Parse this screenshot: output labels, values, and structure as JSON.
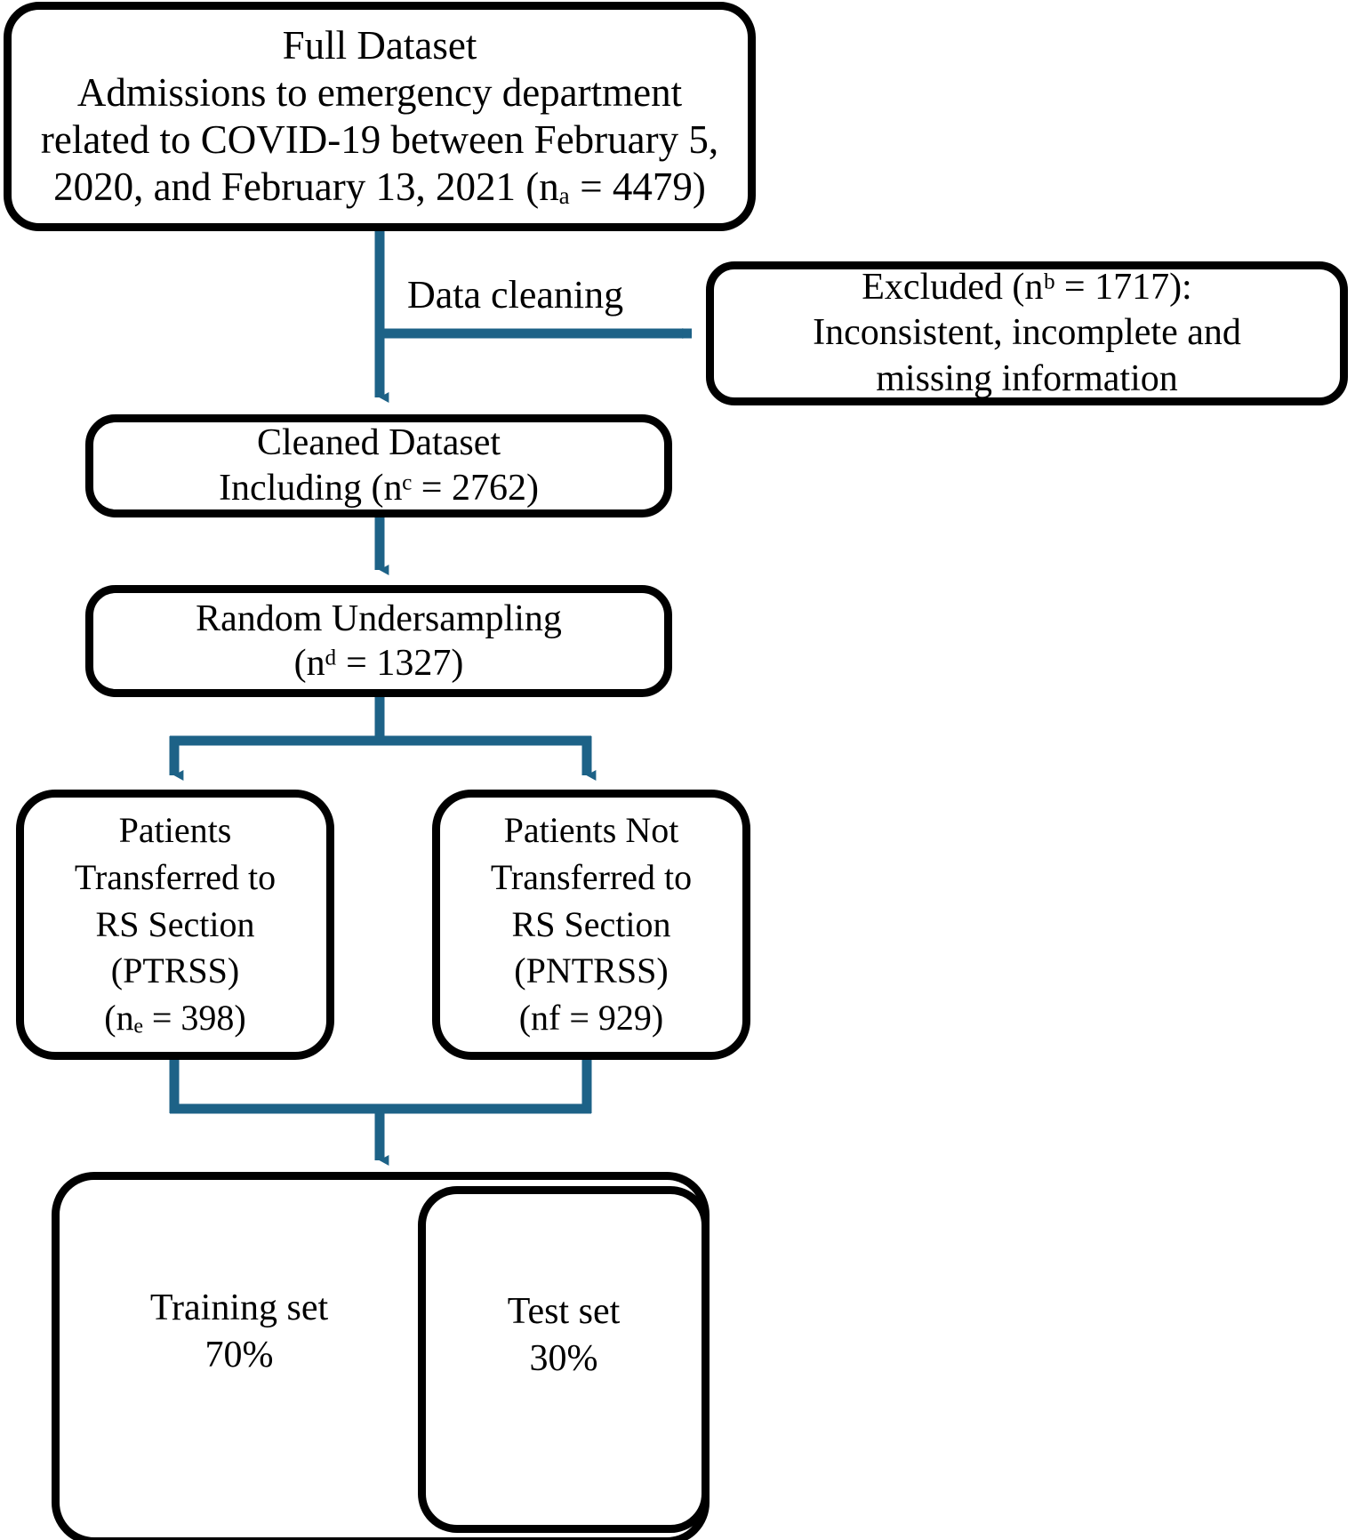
{
  "diagram": {
    "title": "Study population flow diagram",
    "accent_color": "#1d6287",
    "box_border_color": "#000000",
    "background_color": "#ffffff"
  },
  "nodes": {
    "full_dataset": {
      "name": "Full Dataset",
      "lines": [
        "Full Dataset",
        "Admissions to emergency department",
        "related to COVID-19 between February 5,",
        "2020, and February 13, 2021 (nₐ = 4479)"
      ],
      "count_label": "nₐ",
      "count_value": "4479"
    },
    "excluded": {
      "name": "Excluded",
      "lines": [
        "Excluded (nᵇ = 1717):",
        "Inconsistent, incomplete and",
        "missing information"
      ],
      "count_label": "nᵇ",
      "count_value": "1717"
    },
    "cleaned_dataset": {
      "name": "Cleaned Dataset",
      "lines": [
        "Cleaned Dataset",
        "Including (nᶜ = 2762)"
      ],
      "count_label": "nᶜ",
      "count_value": "2762"
    },
    "random_undersampling": {
      "name": "Random Undersampling",
      "lines": [
        "Random Undersampling",
        "(nᵈ = 1327)"
      ],
      "count_label": "nᵈ",
      "count_value": "1327"
    },
    "ptrss": {
      "name": "Patients Transferred to RS Section",
      "lines": [
        "Patients",
        "Transferred to",
        "RS Section",
        "(PTRSS)",
        "(nₑ = 398)"
      ],
      "abbreviation": "PTRSS",
      "count_label": "nₑ",
      "count_value": "398"
    },
    "pntrss": {
      "name": "Patients Not Transferred to RS Section",
      "lines": [
        "Patients Not",
        "Transferred to",
        "RS Section",
        "(PNTRSS)",
        "(nf = 929)"
      ],
      "abbreviation": "PNTRSS",
      "count_label": "nf",
      "count_value": "929"
    },
    "training_set": {
      "name": "Training set",
      "lines": [
        "Training set",
        "70%"
      ],
      "percent": "70%"
    },
    "test_set": {
      "name": "Test set",
      "lines": [
        "Test set",
        "30%"
      ],
      "percent": "30%"
    }
  },
  "edges": {
    "data_cleaning_label": "Data cleaning"
  }
}
